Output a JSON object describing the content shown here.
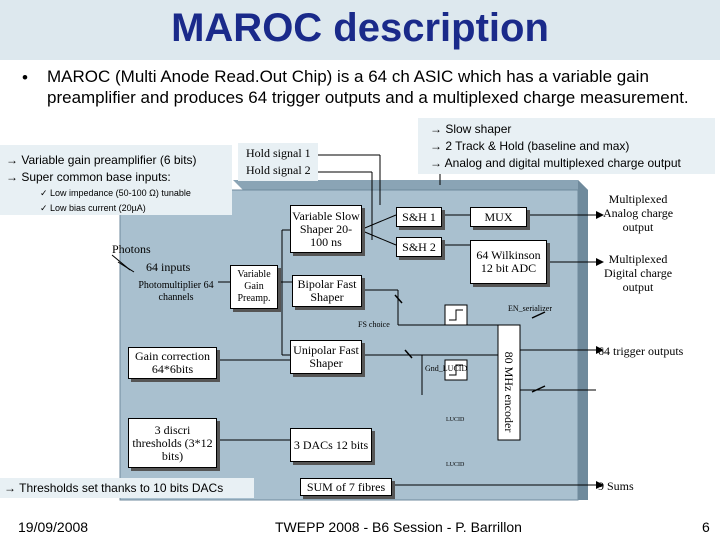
{
  "title": "MAROC description",
  "intro": {
    "bullet": "•",
    "text": "MAROC (Multi Anode Read.Out Chip) is a 64 ch ASIC which has a variable gain preamplifier and produces 64 trigger outputs and a multiplexed charge measurement."
  },
  "left_box": {
    "line1": "→ Variable gain preamplifier (6 bits)",
    "line2": "→ Super common base inputs:",
    "sub1": "✓ Low impedance (50-100 Ω) tunable",
    "sub2": "✓ Low bias current (20µA)"
  },
  "right_box": {
    "line1": "→ Slow shaper",
    "line2": "→ 2 Track & Hold (baseline and max)",
    "line3": "→ Analog and digital multiplexed charge output"
  },
  "hold": {
    "line1": "Hold signal 1",
    "line2": "Hold signal 2"
  },
  "diagram": {
    "photons": "Photons",
    "inputs": "64 inputs",
    "pmt": "Photomultiplier 64 channels",
    "preamp": "Variable Gain Preamp.",
    "slow_shaper": "Variable Slow Shaper 20-100 ns",
    "sh1": "S&H 1",
    "sh2": "S&H 2",
    "mux": "MUX",
    "adc": "64 Wilkinson 12 bit ADC",
    "bipolar": "Bipolar Fast Shaper",
    "unipolar": "Unipolar Fast Shaper",
    "en_serializer": "EN_serializer",
    "fs_choice": "FS choice",
    "gnd_lucid": "Gnd_LUCID",
    "lucid1": "LUCID",
    "lucid2": "LUCID",
    "encoder": "80 MHz encoder",
    "gain_corr": "Gain correction 64*6bits",
    "discri": "3 discri thresholds (3*12 bits)",
    "dacs": "3 DACs 12 bits",
    "sum": "SUM of 7 fibres",
    "analog_out": "Multiplexed Analog charge output",
    "digital_out": "Multiplexed Digital charge output",
    "trigger_out": "64 trigger outputs",
    "sums": "9 Sums",
    "thresholds_note": "→ Thresholds set thanks to 10 bits DACs"
  },
  "footer": {
    "date": "19/09/2008",
    "center": "TWEPP 2008 - B6 Session - P. Barrillon",
    "page": "6"
  },
  "colors": {
    "title": "#1a2a8a",
    "chip": "#a9c0cf",
    "band": "#dde8ee"
  }
}
